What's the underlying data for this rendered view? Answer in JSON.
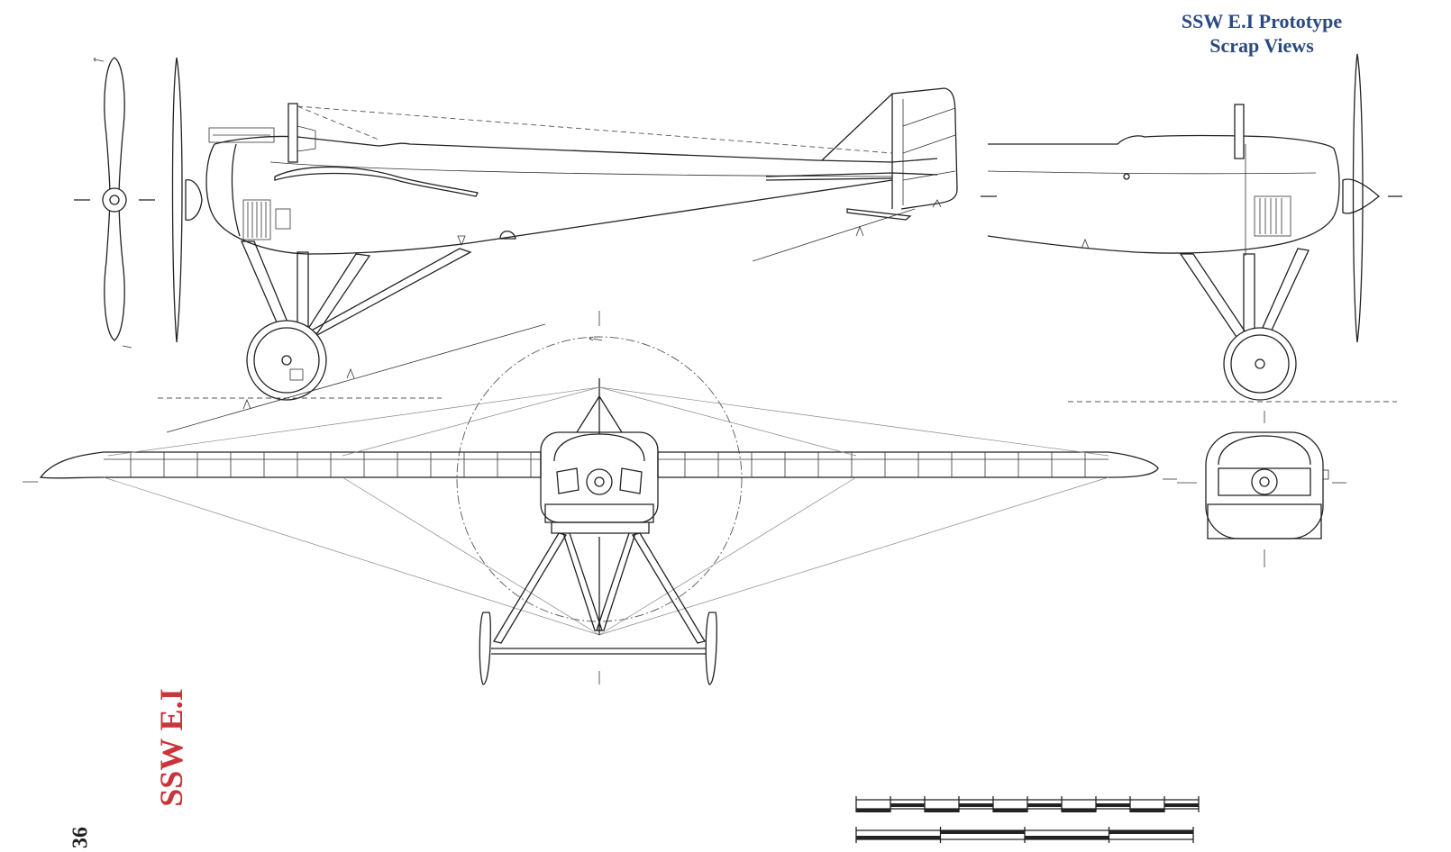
{
  "header": {
    "title_line1": "SSW E.I Prototype",
    "title_line2": "Scrap Views"
  },
  "side_label": "SSW E.I",
  "page_number": "36",
  "colors": {
    "title": "#2b4a80",
    "side_label": "#c8353a",
    "ink": "#222222"
  }
}
